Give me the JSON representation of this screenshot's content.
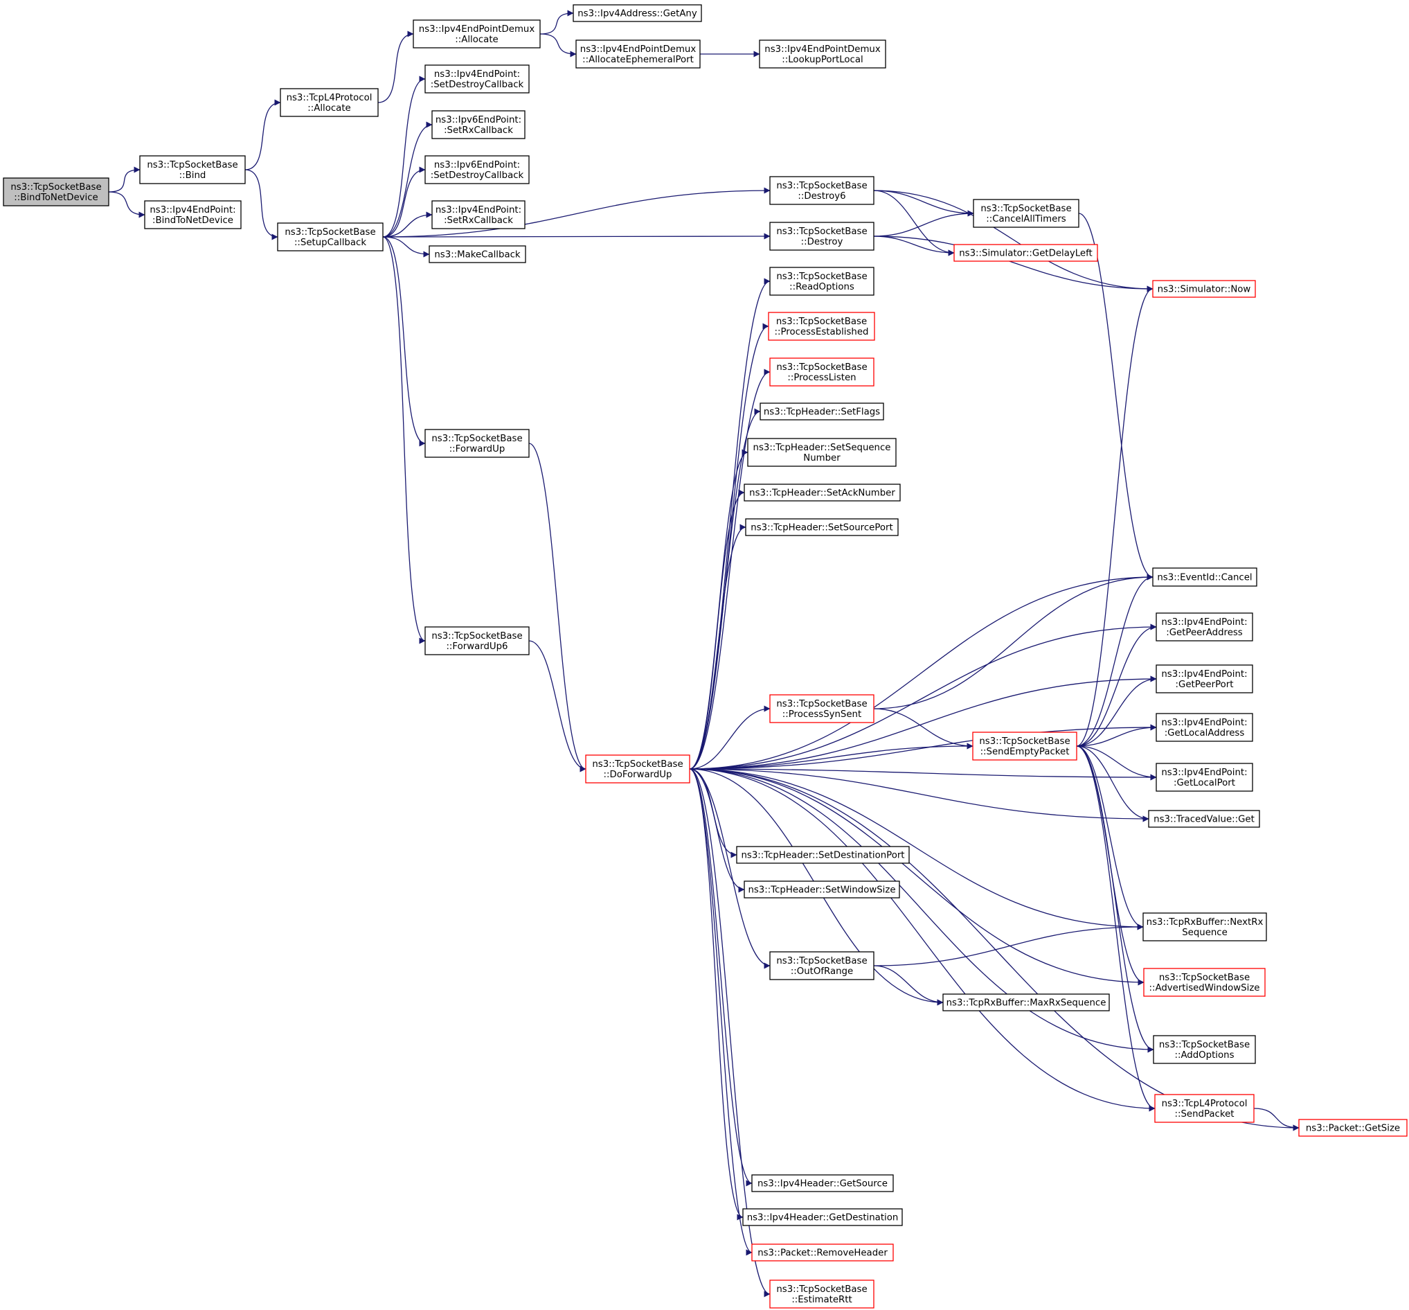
{
  "diagram": {
    "type": "call-graph",
    "colors": {
      "edge": "#191970",
      "node_border": "#000000",
      "truncated_node_border": "#ff0000",
      "root_fill": "#bfbfbf"
    }
  },
  "nodes": [
    {
      "id": "bindToNetDevice",
      "lines": [
        "ns3::TcpSocketBase",
        "::BindToNetDevice"
      ],
      "style": "root"
    },
    {
      "id": "bind",
      "lines": [
        "ns3::TcpSocketBase",
        "::Bind"
      ],
      "style": "normal"
    },
    {
      "id": "ipv4EpBindToNetDevice",
      "lines": [
        "ns3::Ipv4EndPoint:",
        ":BindToNetDevice"
      ],
      "style": "normal"
    },
    {
      "id": "tcpL4Allocate",
      "lines": [
        "ns3::TcpL4Protocol",
        "::Allocate"
      ],
      "style": "normal"
    },
    {
      "id": "setupCallback",
      "lines": [
        "ns3::TcpSocketBase",
        "::SetupCallback"
      ],
      "style": "normal"
    },
    {
      "id": "demuxAllocate",
      "lines": [
        "ns3::Ipv4EndPointDemux",
        "::Allocate"
      ],
      "style": "normal"
    },
    {
      "id": "getAny",
      "lines": [
        "ns3::Ipv4Address::GetAny"
      ],
      "style": "normal"
    },
    {
      "id": "allocEphemeral",
      "lines": [
        "ns3::Ipv4EndPointDemux",
        "::AllocateEphemeralPort"
      ],
      "style": "normal"
    },
    {
      "id": "lookupPortLocal",
      "lines": [
        "ns3::Ipv4EndPointDemux",
        "::LookupPortLocal"
      ],
      "style": "normal"
    },
    {
      "id": "ipv4SetDestroyCb",
      "lines": [
        "ns3::Ipv4EndPoint:",
        ":SetDestroyCallback"
      ],
      "style": "normal"
    },
    {
      "id": "ipv6SetRxCb",
      "lines": [
        "ns3::Ipv6EndPoint:",
        ":SetRxCallback"
      ],
      "style": "normal"
    },
    {
      "id": "ipv6SetDestroyCb",
      "lines": [
        "ns3::Ipv6EndPoint:",
        ":SetDestroyCallback"
      ],
      "style": "normal"
    },
    {
      "id": "ipv4SetRxCb",
      "lines": [
        "ns3::Ipv4EndPoint:",
        ":SetRxCallback"
      ],
      "style": "normal"
    },
    {
      "id": "makeCallback",
      "lines": [
        "ns3::MakeCallback"
      ],
      "style": "normal"
    },
    {
      "id": "forwardUp",
      "lines": [
        "ns3::TcpSocketBase",
        "::ForwardUp"
      ],
      "style": "normal"
    },
    {
      "id": "forwardUp6",
      "lines": [
        "ns3::TcpSocketBase",
        "::ForwardUp6"
      ],
      "style": "normal"
    },
    {
      "id": "doForwardUp",
      "lines": [
        "ns3::TcpSocketBase",
        "::DoForwardUp"
      ],
      "style": "truncated"
    },
    {
      "id": "destroy6",
      "lines": [
        "ns3::TcpSocketBase",
        "::Destroy6"
      ],
      "style": "normal"
    },
    {
      "id": "destroy",
      "lines": [
        "ns3::TcpSocketBase",
        "::Destroy"
      ],
      "style": "normal"
    },
    {
      "id": "cancelAllTimers",
      "lines": [
        "ns3::TcpSocketBase",
        "::CancelAllTimers"
      ],
      "style": "normal"
    },
    {
      "id": "getDelayLeft",
      "lines": [
        "ns3::Simulator::GetDelayLeft"
      ],
      "style": "truncated"
    },
    {
      "id": "simNow",
      "lines": [
        "ns3::Simulator::Now"
      ],
      "style": "truncated"
    },
    {
      "id": "readOptions",
      "lines": [
        "ns3::TcpSocketBase",
        "::ReadOptions"
      ],
      "style": "normal"
    },
    {
      "id": "processEstablished",
      "lines": [
        "ns3::TcpSocketBase",
        "::ProcessEstablished"
      ],
      "style": "truncated"
    },
    {
      "id": "processListen",
      "lines": [
        "ns3::TcpSocketBase",
        "::ProcessListen"
      ],
      "style": "truncated"
    },
    {
      "id": "setFlags",
      "lines": [
        "ns3::TcpHeader::SetFlags"
      ],
      "style": "normal"
    },
    {
      "id": "setSeqNum",
      "lines": [
        "ns3::TcpHeader::SetSequence",
        "Number"
      ],
      "style": "normal"
    },
    {
      "id": "setAckNum",
      "lines": [
        "ns3::TcpHeader::SetAckNumber"
      ],
      "style": "normal"
    },
    {
      "id": "setSourcePort",
      "lines": [
        "ns3::TcpHeader::SetSourcePort"
      ],
      "style": "normal"
    },
    {
      "id": "eventCancel",
      "lines": [
        "ns3::EventId::Cancel"
      ],
      "style": "normal"
    },
    {
      "id": "getPeerAddress",
      "lines": [
        "ns3::Ipv4EndPoint:",
        ":GetPeerAddress"
      ],
      "style": "normal"
    },
    {
      "id": "getPeerPort",
      "lines": [
        "ns3::Ipv4EndPoint:",
        ":GetPeerPort"
      ],
      "style": "normal"
    },
    {
      "id": "getLocalAddress",
      "lines": [
        "ns3::Ipv4EndPoint:",
        ":GetLocalAddress"
      ],
      "style": "normal"
    },
    {
      "id": "getLocalPort",
      "lines": [
        "ns3::Ipv4EndPoint:",
        ":GetLocalPort"
      ],
      "style": "normal"
    },
    {
      "id": "tracedGet",
      "lines": [
        "ns3::TracedValue::Get"
      ],
      "style": "normal"
    },
    {
      "id": "processSynSent",
      "lines": [
        "ns3::TcpSocketBase",
        "::ProcessSynSent"
      ],
      "style": "truncated"
    },
    {
      "id": "sendEmptyPacket",
      "lines": [
        "ns3::TcpSocketBase",
        "::SendEmptyPacket"
      ],
      "style": "truncated"
    },
    {
      "id": "setDestPort",
      "lines": [
        "ns3::TcpHeader::SetDestinationPort"
      ],
      "style": "normal"
    },
    {
      "id": "setWindowSize",
      "lines": [
        "ns3::TcpHeader::SetWindowSize"
      ],
      "style": "normal"
    },
    {
      "id": "nextRxSeq",
      "lines": [
        "ns3::TcpRxBuffer::NextRx",
        "Sequence"
      ],
      "style": "normal"
    },
    {
      "id": "outOfRange",
      "lines": [
        "ns3::TcpSocketBase",
        "::OutOfRange"
      ],
      "style": "normal"
    },
    {
      "id": "maxRxSeq",
      "lines": [
        "ns3::TcpRxBuffer::MaxRxSequence"
      ],
      "style": "normal"
    },
    {
      "id": "advWinSize",
      "lines": [
        "ns3::TcpSocketBase",
        "::AdvertisedWindowSize"
      ],
      "style": "truncated"
    },
    {
      "id": "addOptions",
      "lines": [
        "ns3::TcpSocketBase",
        "::AddOptions"
      ],
      "style": "normal"
    },
    {
      "id": "sendPacket",
      "lines": [
        "ns3::TcpL4Protocol",
        "::SendPacket"
      ],
      "style": "truncated"
    },
    {
      "id": "packetGetSize",
      "lines": [
        "ns3::Packet::GetSize"
      ],
      "style": "truncated"
    },
    {
      "id": "getSource",
      "lines": [
        "ns3::Ipv4Header::GetSource"
      ],
      "style": "normal"
    },
    {
      "id": "getDestination",
      "lines": [
        "ns3::Ipv4Header::GetDestination"
      ],
      "style": "normal"
    },
    {
      "id": "removeHeader",
      "lines": [
        "ns3::Packet::RemoveHeader"
      ],
      "style": "truncated"
    },
    {
      "id": "estimateRtt",
      "lines": [
        "ns3::TcpSocketBase",
        "::EstimateRtt"
      ],
      "style": "truncated"
    }
  ],
  "edges": [
    [
      "bindToNetDevice",
      "bind"
    ],
    [
      "bindToNetDevice",
      "ipv4EpBindToNetDevice"
    ],
    [
      "bind",
      "tcpL4Allocate"
    ],
    [
      "bind",
      "setupCallback"
    ],
    [
      "tcpL4Allocate",
      "demuxAllocate"
    ],
    [
      "demuxAllocate",
      "getAny"
    ],
    [
      "demuxAllocate",
      "allocEphemeral"
    ],
    [
      "allocEphemeral",
      "lookupPortLocal"
    ],
    [
      "setupCallback",
      "ipv4SetDestroyCb"
    ],
    [
      "setupCallback",
      "ipv6SetRxCb"
    ],
    [
      "setupCallback",
      "ipv6SetDestroyCb"
    ],
    [
      "setupCallback",
      "ipv4SetRxCb"
    ],
    [
      "setupCallback",
      "makeCallback"
    ],
    [
      "setupCallback",
      "destroy6"
    ],
    [
      "setupCallback",
      "destroy"
    ],
    [
      "setupCallback",
      "forwardUp"
    ],
    [
      "setupCallback",
      "forwardUp6"
    ],
    [
      "forwardUp",
      "doForwardUp"
    ],
    [
      "forwardUp6",
      "doForwardUp"
    ],
    [
      "destroy6",
      "cancelAllTimers"
    ],
    [
      "destroy6",
      "getDelayLeft"
    ],
    [
      "destroy6",
      "simNow"
    ],
    [
      "destroy",
      "cancelAllTimers"
    ],
    [
      "destroy",
      "getDelayLeft"
    ],
    [
      "destroy",
      "simNow"
    ],
    [
      "cancelAllTimers",
      "eventCancel"
    ],
    [
      "doForwardUp",
      "readOptions"
    ],
    [
      "doForwardUp",
      "processEstablished"
    ],
    [
      "doForwardUp",
      "processListen"
    ],
    [
      "doForwardUp",
      "setFlags"
    ],
    [
      "doForwardUp",
      "setSeqNum"
    ],
    [
      "doForwardUp",
      "setAckNum"
    ],
    [
      "doForwardUp",
      "setSourcePort"
    ],
    [
      "doForwardUp",
      "eventCancel"
    ],
    [
      "doForwardUp",
      "getPeerAddress"
    ],
    [
      "doForwardUp",
      "getPeerPort"
    ],
    [
      "doForwardUp",
      "getLocalAddress"
    ],
    [
      "doForwardUp",
      "processSynSent"
    ],
    [
      "doForwardUp",
      "sendEmptyPacket"
    ],
    [
      "doForwardUp",
      "getLocalPort"
    ],
    [
      "doForwardUp",
      "tracedGet"
    ],
    [
      "doForwardUp",
      "setDestPort"
    ],
    [
      "doForwardUp",
      "setWindowSize"
    ],
    [
      "doForwardUp",
      "nextRxSeq"
    ],
    [
      "doForwardUp",
      "outOfRange"
    ],
    [
      "doForwardUp",
      "maxRxSeq"
    ],
    [
      "doForwardUp",
      "advWinSize"
    ],
    [
      "doForwardUp",
      "addOptions"
    ],
    [
      "doForwardUp",
      "sendPacket"
    ],
    [
      "doForwardUp",
      "packetGetSize"
    ],
    [
      "doForwardUp",
      "getSource"
    ],
    [
      "doForwardUp",
      "getDestination"
    ],
    [
      "doForwardUp",
      "removeHeader"
    ],
    [
      "doForwardUp",
      "estimateRtt"
    ],
    [
      "processSynSent",
      "eventCancel"
    ],
    [
      "processSynSent",
      "sendEmptyPacket"
    ],
    [
      "sendEmptyPacket",
      "simNow"
    ],
    [
      "sendEmptyPacket",
      "eventCancel"
    ],
    [
      "sendEmptyPacket",
      "getPeerAddress"
    ],
    [
      "sendEmptyPacket",
      "getPeerPort"
    ],
    [
      "sendEmptyPacket",
      "getLocalAddress"
    ],
    [
      "sendEmptyPacket",
      "getLocalPort"
    ],
    [
      "sendEmptyPacket",
      "tracedGet"
    ],
    [
      "sendEmptyPacket",
      "nextRxSeq"
    ],
    [
      "sendEmptyPacket",
      "advWinSize"
    ],
    [
      "sendEmptyPacket",
      "addOptions"
    ],
    [
      "sendEmptyPacket",
      "sendPacket"
    ],
    [
      "outOfRange",
      "nextRxSeq"
    ],
    [
      "outOfRange",
      "maxRxSeq"
    ],
    [
      "sendPacket",
      "packetGetSize"
    ]
  ]
}
